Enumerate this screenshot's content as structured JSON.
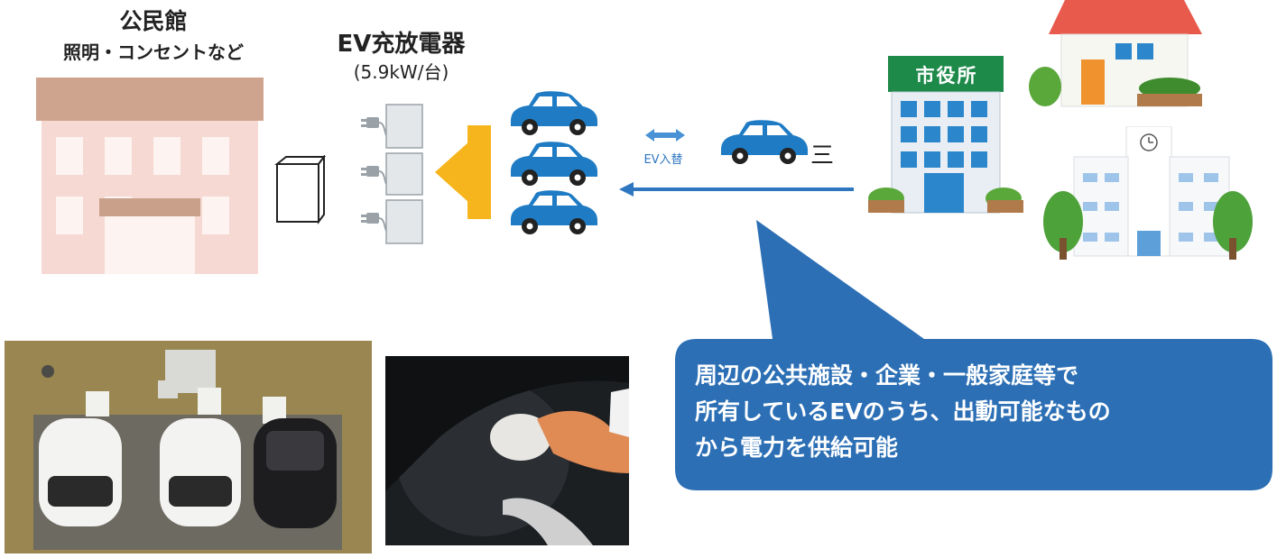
{
  "community_hall": {
    "title": "公民館",
    "subtitle": "照明・コンセントなど"
  },
  "charger": {
    "title": "EV充放電器",
    "spec": "(5.9kW/台)"
  },
  "exchange": {
    "label": "EV入替",
    "motion_mark": "三"
  },
  "city_hall": {
    "label": "市役所"
  },
  "callout": {
    "lines": [
      "周辺の公共施設・企業・一般家庭等で",
      "所有しているEVのうち、出動可能なもの",
      "から電力を供給可能"
    ]
  },
  "colors": {
    "car_blue": "#1f7cc4",
    "callout_blue": "#2c6fb5",
    "arrow_orange": "#f7b51d",
    "hall_pink": "#f5d9d2",
    "building_green": "#1e8a4a",
    "roof_red": "#e85a4c"
  },
  "icons": [
    "building-icon",
    "car-icon",
    "charger-icon",
    "house-icon",
    "school-icon",
    "tree-icon"
  ]
}
